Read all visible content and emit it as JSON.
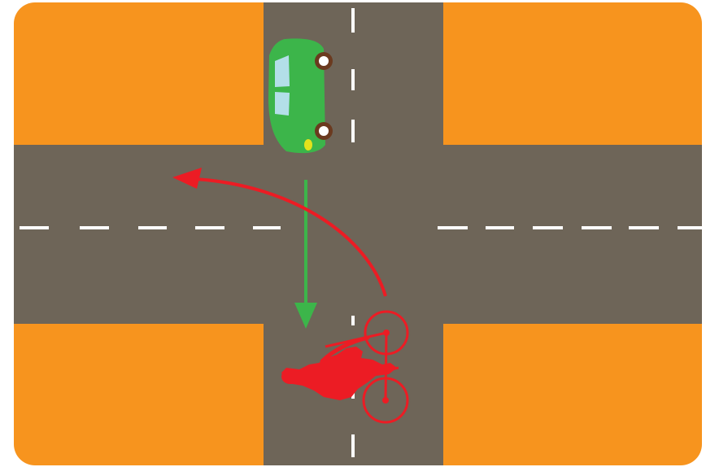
{
  "scene": {
    "type": "traffic-intersection",
    "colors": {
      "background": "#ffffff",
      "ground": "#f7941e",
      "road": "#6e6558",
      "lane_marking": "#ffffff",
      "car_body": "#3cb54a",
      "car_window": "#b3dfe8",
      "car_headlight": "#e3e21c",
      "wheel_rim": "#6b3a1f",
      "car_path_arrow": "#3cb54a",
      "cyclist": "#ec1c24",
      "cyclist_path_arrow": "#ec1c24"
    },
    "elements": {
      "car": {
        "icon": "car-icon",
        "heading": "south"
      },
      "car_path": {
        "icon": "arrow-down",
        "direction": "straight-south"
      },
      "cyclist": {
        "icon": "cyclist-icon",
        "heading": "north"
      },
      "cyclist_path": {
        "icon": "curved-arrow",
        "direction": "left-turn-west"
      }
    }
  }
}
